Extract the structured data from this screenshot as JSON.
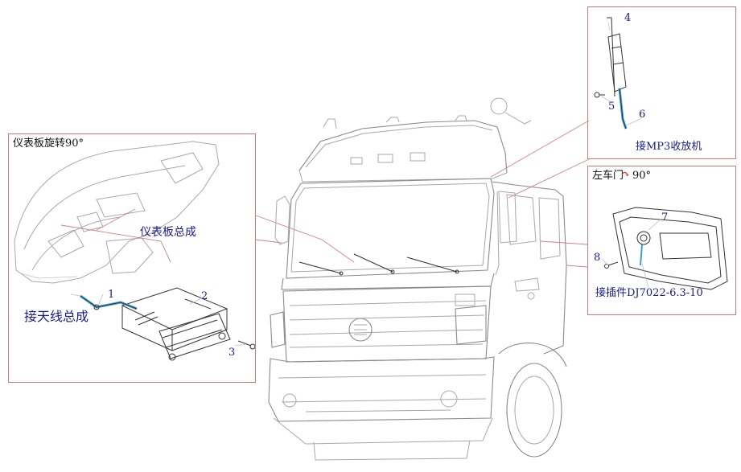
{
  "panels": {
    "dashboard": {
      "title": "仪表板旋转90°"
    },
    "mp3": {
      "title": ""
    },
    "door": {
      "title": "左车门",
      "rotate_angle": "90°"
    }
  },
  "labels": {
    "dashboard_assembly": "仪表板总成",
    "antenna_assembly": "接天线总成",
    "to_mp3_player": "接MP3收放机",
    "connector": "接插件DJ7022-6.3-10"
  },
  "part_numbers": [
    "1",
    "2",
    "3",
    "4",
    "5",
    "6",
    "7",
    "8"
  ],
  "colors": {
    "frame": "#c97a7a",
    "leader": "#d48080",
    "label_text": "#1a1a8a",
    "line_art": "#9a9a9a",
    "cable": "#3aa0d8",
    "arrow_icon": "#d02020"
  }
}
